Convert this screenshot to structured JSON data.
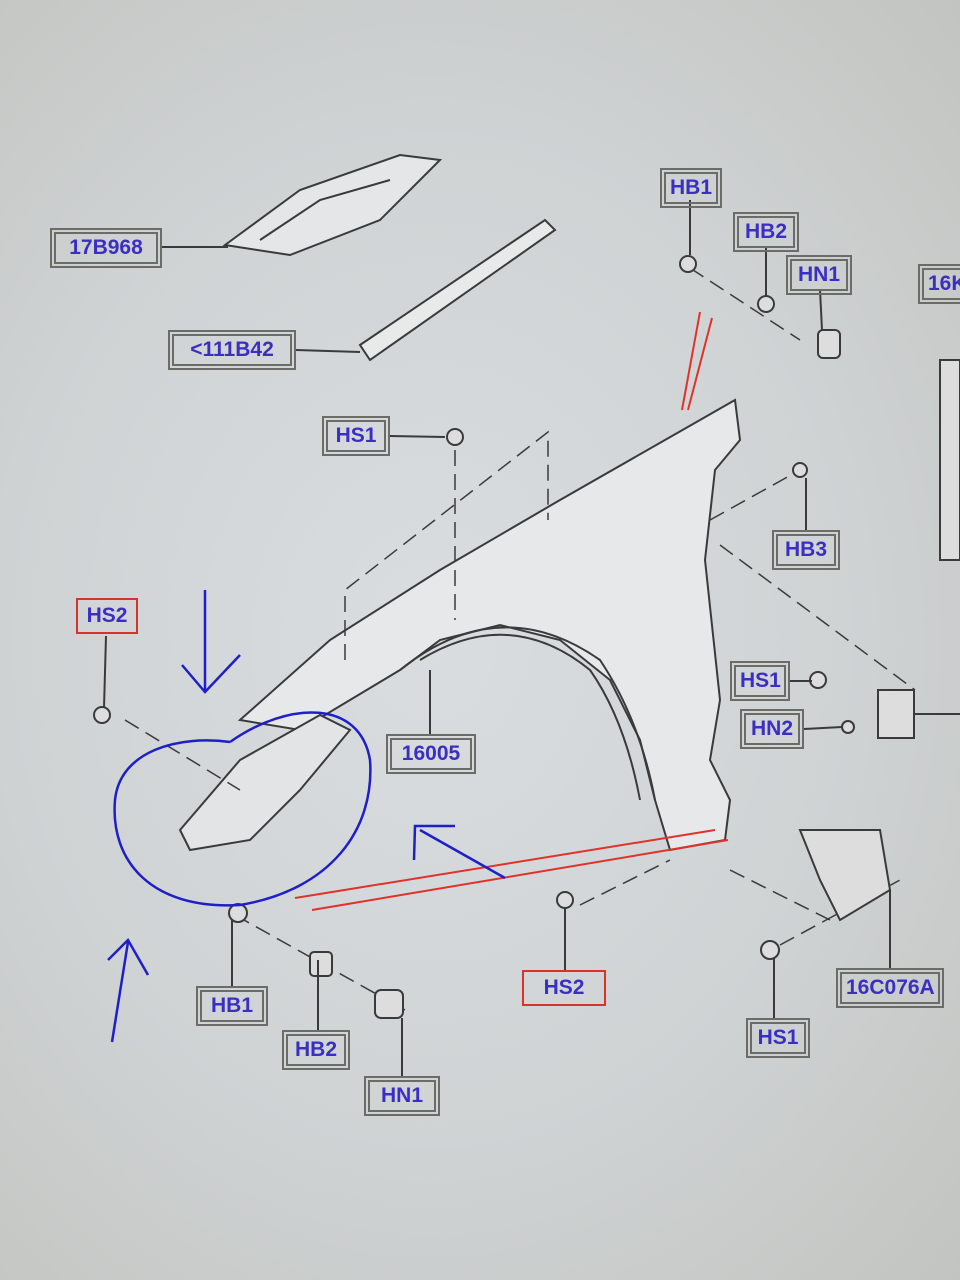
{
  "diagram": {
    "labels": {
      "l17b968": "17B968",
      "l111b42": "<111B42",
      "hb1_top": "HB1",
      "hb2_top": "HB2",
      "hn1_top": "HN1",
      "l16k": "16K",
      "hs1_mid": "HS1",
      "hb3": "HB3",
      "hs2_left": "HS2",
      "l16005": "16005",
      "hs1_right": "HS1",
      "hn2": "HN2",
      "hs2_bottom": "HS2",
      "hb1_bottom": "HB1",
      "hb2_bottom": "HB2",
      "hn1_bottom": "HN1",
      "hs1_bottom": "HS1",
      "l16c076a": "16C076A"
    },
    "colors": {
      "label_text": "#3b2fc2",
      "highlight_box": "#d8322a",
      "annotation_blue": "#1f1fc8",
      "annotation_red": "#e0322a"
    }
  }
}
